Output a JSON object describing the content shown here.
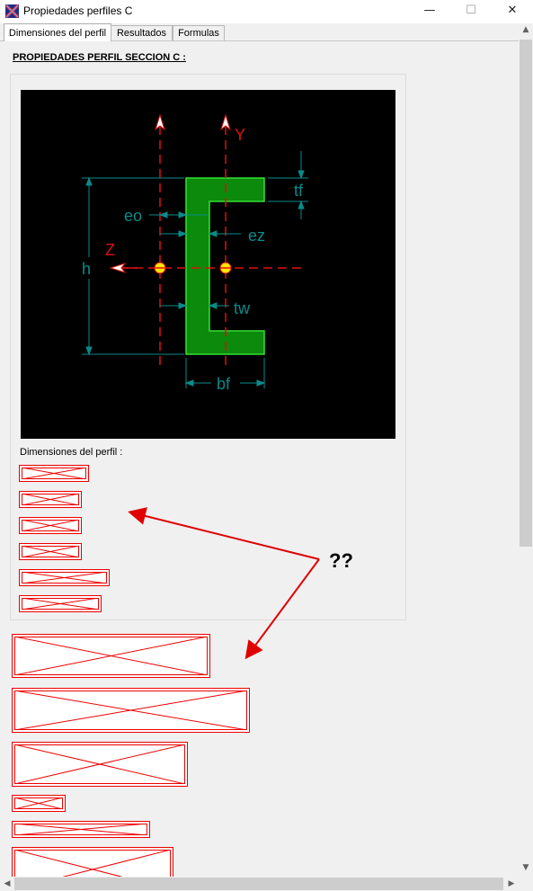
{
  "window": {
    "title": "Propiedades perfiles C",
    "app_icon": "x-logo-icon",
    "controls": {
      "minimize": "—",
      "maximize": "☐",
      "close": "✕"
    }
  },
  "tabs": [
    {
      "label": "Dimensiones del perfil",
      "active": true
    },
    {
      "label": "Resultados",
      "active": false
    },
    {
      "label": "Formulas",
      "active": false
    }
  ],
  "content": {
    "heading": "PROPIEDADES PERFIL SECCION C :",
    "dims_label": "Dimensiones del perfil :",
    "diagram_labels": {
      "tf": "tf",
      "eo": "eo",
      "ez": "ez",
      "h": "h",
      "z": "Z",
      "y": "Y",
      "tw": "tw",
      "bf": "bf"
    }
  },
  "annotation": {
    "text": "??"
  },
  "colors": {
    "accent_red": "#e00000",
    "section_green": "#0c8a0c",
    "dimension_teal": "#0a8a8a"
  }
}
